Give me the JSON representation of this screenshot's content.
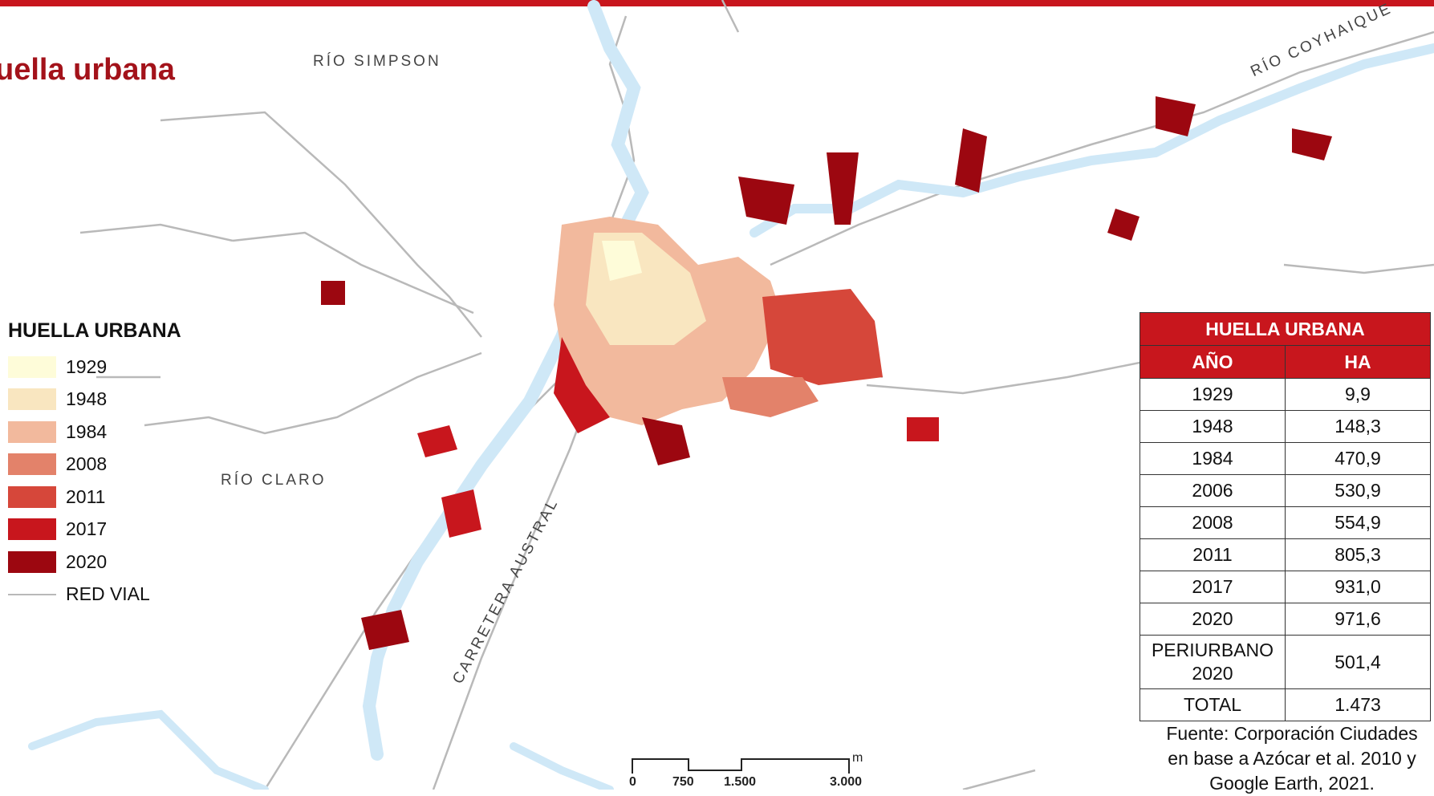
{
  "slide": {
    "title": "uella urbana"
  },
  "map": {
    "labels": {
      "rio_simpson": "RÍO SIMPSON",
      "rio_coyhaique": "RÍO COYHAIQUE",
      "rio_claro": "RÍO CLARO",
      "carretera_austral": "CARRETERA AUSTRAL"
    },
    "colors": {
      "river": "#cfe8f7",
      "road": "#b9b9b9",
      "1929": "#fefcd9",
      "1948": "#f9e6c0",
      "1984": "#f2b99d",
      "2008": "#e3826a",
      "2011": "#d6473a",
      "2017": "#c8161d",
      "2020": "#9c0710"
    }
  },
  "legend": {
    "title": "HUELLA URBANA",
    "items": [
      {
        "label": "1929",
        "color": "#fefcd9"
      },
      {
        "label": "1948",
        "color": "#f9e6c0"
      },
      {
        "label": "1984",
        "color": "#f2b99d"
      },
      {
        "label": "2008",
        "color": "#e3826a"
      },
      {
        "label": "2011",
        "color": "#d6473a"
      },
      {
        "label": "2017",
        "color": "#c8161d"
      },
      {
        "label": "2020",
        "color": "#9c0710"
      }
    ],
    "road_label": "RED VIAL"
  },
  "table": {
    "title": "HUELLA URBANA",
    "col_year": "AÑO",
    "col_ha": "HA",
    "rows": [
      {
        "year": "1929",
        "ha": "9,9"
      },
      {
        "year": "1948",
        "ha": "148,3"
      },
      {
        "year": "1984",
        "ha": "470,9"
      },
      {
        "year": "2006",
        "ha": "530,9"
      },
      {
        "year": "2008",
        "ha": "554,9"
      },
      {
        "year": "2011",
        "ha": "805,3"
      },
      {
        "year": "2017",
        "ha": "931,0"
      },
      {
        "year": "2020",
        "ha": "971,6"
      }
    ],
    "periurbano_line1": "PERIURBANO",
    "periurbano_line2": "2020",
    "periurbano_ha": "501,4",
    "total_label": "TOTAL",
    "total_ha": "1.473"
  },
  "source": {
    "line1": "Fuente: Corporación Ciudades",
    "line2": "en base a Azócar et al. 2010 y",
    "line3": "Google Earth, 2021."
  },
  "scale": {
    "ticks": [
      "0",
      "750",
      "1.500",
      "3.000"
    ],
    "unit": "m"
  }
}
